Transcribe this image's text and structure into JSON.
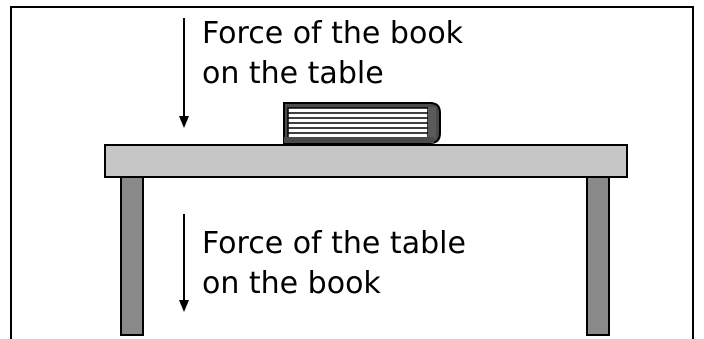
{
  "labels": {
    "top_line1": "Force of the book",
    "top_line2": "on the table",
    "bottom_line1": "Force of the table",
    "bottom_line2": "on the book"
  },
  "colors": {
    "tabletop": "#c6c6c6",
    "legs": "#8a8a8a",
    "book_cover": "#4a4a4a",
    "outline": "#000000"
  }
}
